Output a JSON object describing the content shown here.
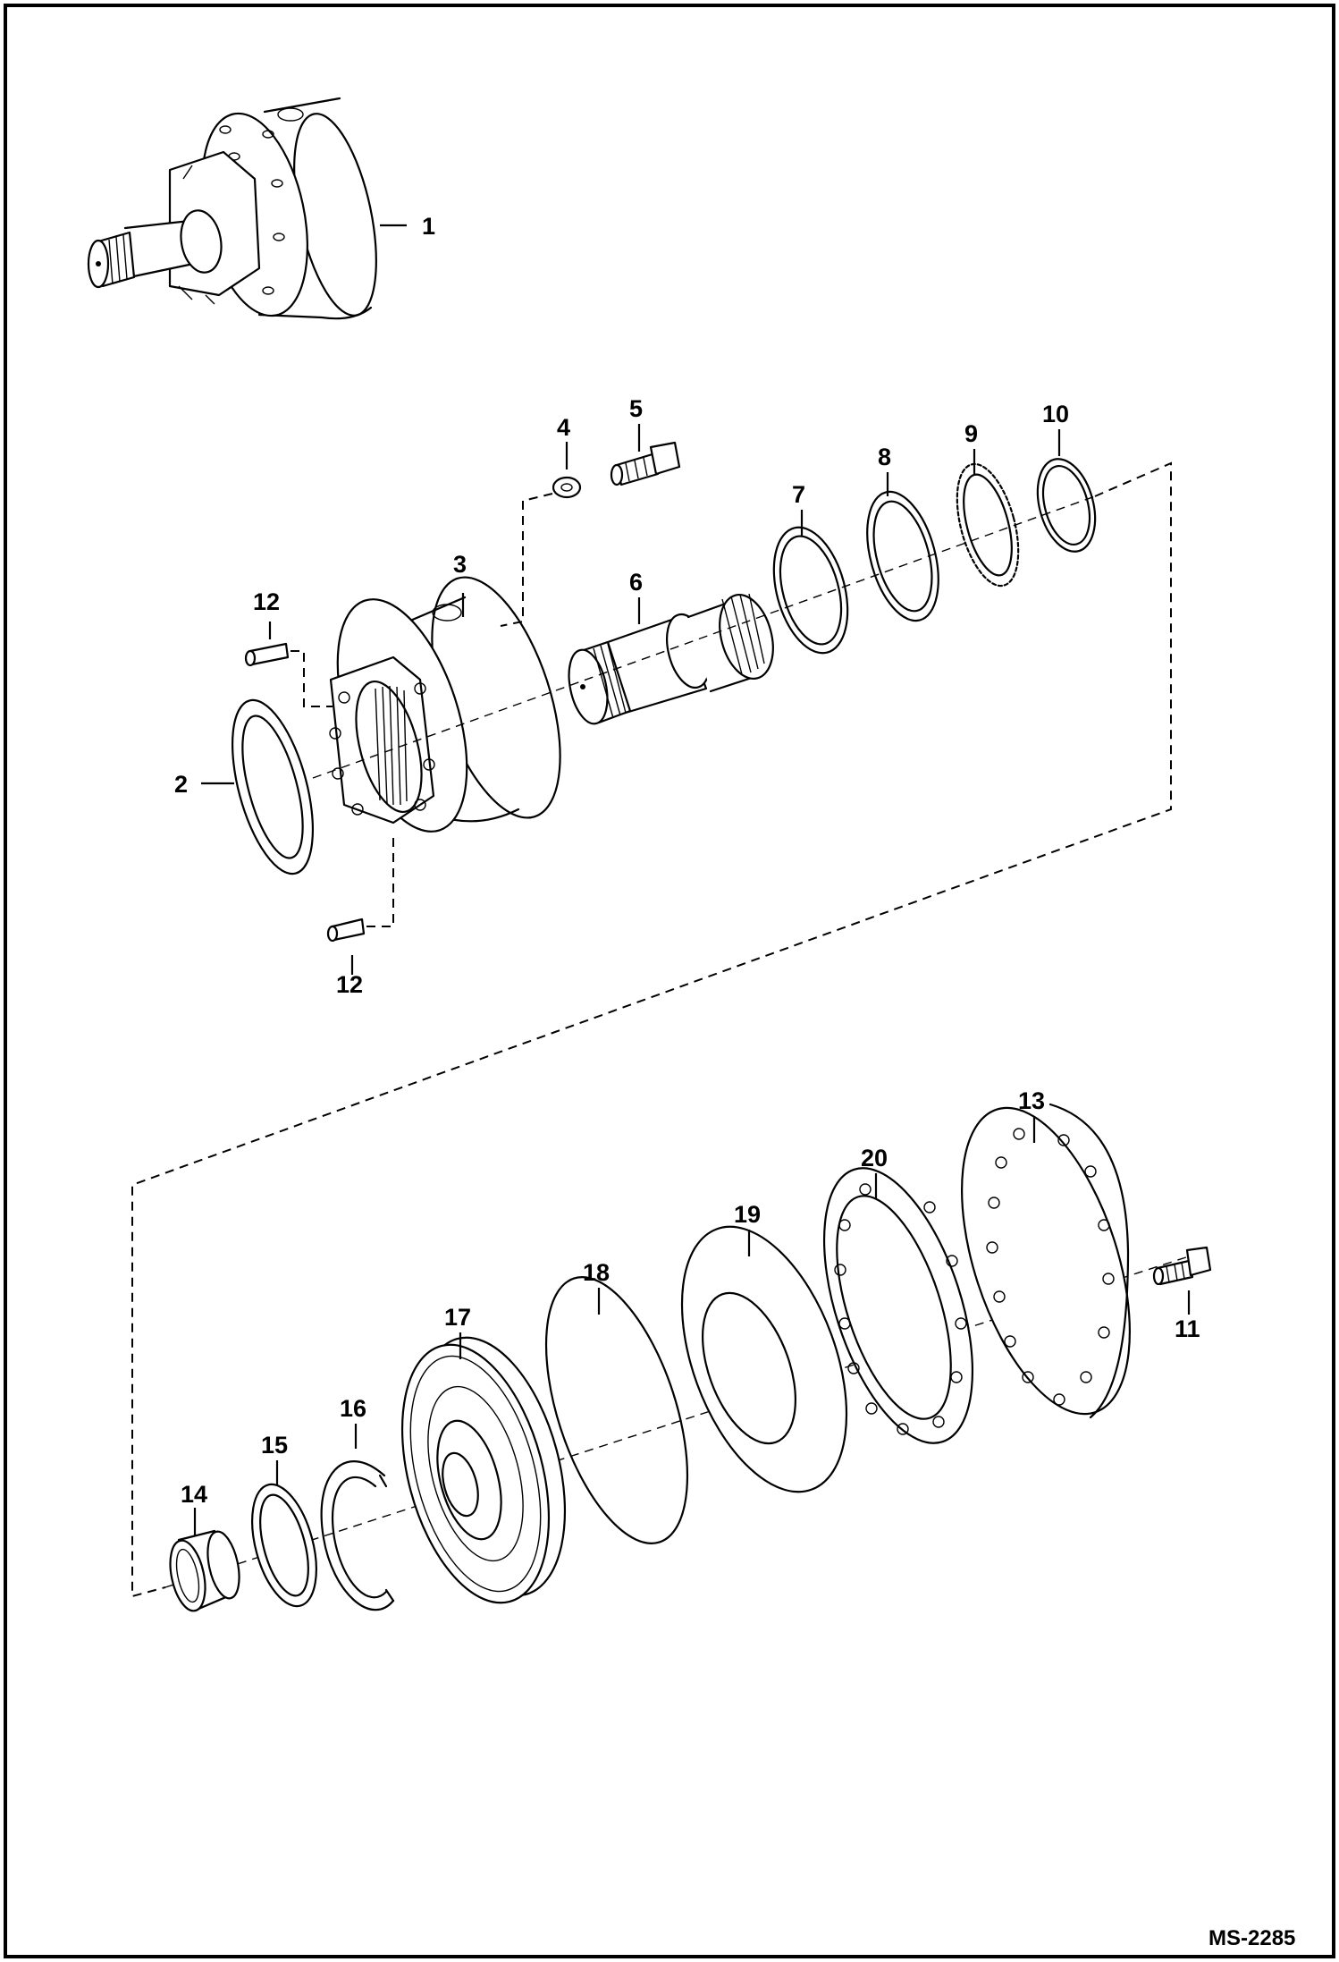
{
  "callouts": [
    "1",
    "2",
    "3",
    "4",
    "5",
    "6",
    "7",
    "8",
    "9",
    "10",
    "11",
    "12",
    "12",
    "13",
    "14",
    "15",
    "16",
    "17",
    "18",
    "19",
    "20"
  ],
  "drawing_number": "MS-2285"
}
